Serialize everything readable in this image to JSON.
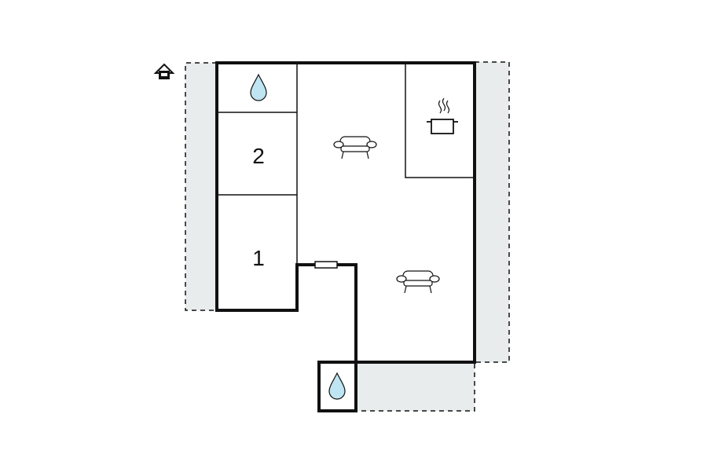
{
  "rooms": [
    {
      "type": "bathroom",
      "icon": "water-drop-icon"
    },
    {
      "type": "bedroom",
      "label": "2"
    },
    {
      "type": "bedroom",
      "label": "1"
    },
    {
      "type": "living-room",
      "icon": "sofa-icon"
    },
    {
      "type": "kitchen",
      "icon": "cooking-pot-icon"
    },
    {
      "type": "living-room",
      "icon": "sofa-icon"
    },
    {
      "type": "bathroom",
      "icon": "water-drop-icon"
    }
  ],
  "entrance_icon": "house-entrance-icon",
  "colors": {
    "walls": "#111111",
    "terrace": "#e8eced",
    "water_drop": "#bfe4f2",
    "background": "#ffffff"
  }
}
